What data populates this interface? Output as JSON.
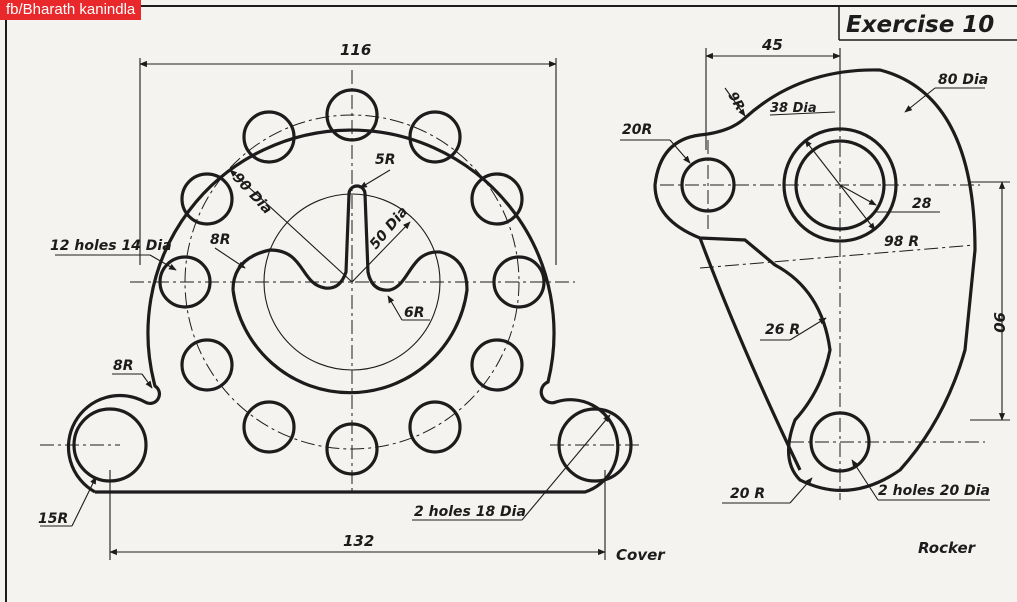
{
  "watermark": "fb/Bharath kanindla",
  "title": "Exercise 10",
  "cover": {
    "name": "Cover",
    "dims": {
      "overall_width": "116",
      "base_length": "132",
      "pcd": "90 Dia",
      "holes": "12 holes 14 Dia",
      "slot_radius": "5R",
      "inner_circle": "50 Dia",
      "fillet_8r_left": "8R",
      "fillet_6r": "6R",
      "fillet_8r_base": "8R",
      "end_radius": "15R",
      "base_holes": "2 holes 18 Dia"
    }
  },
  "rocker": {
    "name": "Rocker",
    "dims": {
      "width_45": "45",
      "r9": "9R",
      "d38": "38 Dia",
      "r20_top": "20R",
      "d80": "80 Dia",
      "d28": "28",
      "r98": "98 R",
      "h90": "90",
      "r26": "26 R",
      "r20_bottom": "20 R",
      "holes20": "2 holes 20 Dia"
    }
  }
}
